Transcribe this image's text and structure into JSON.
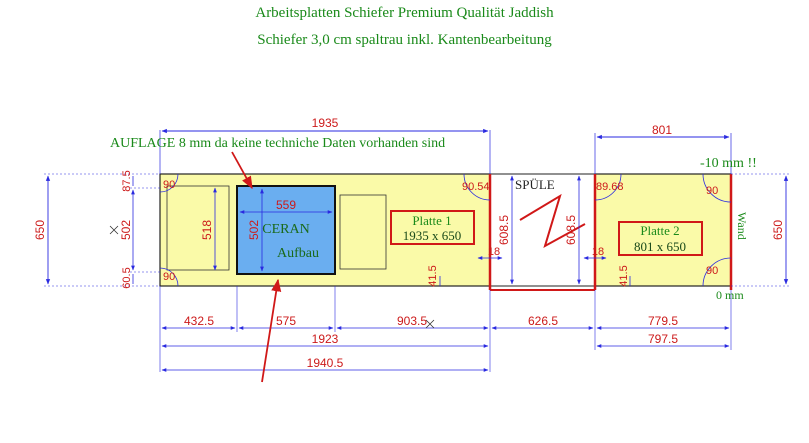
{
  "title": {
    "line1": "Arbeitsplatten Schiefer Premium Qualität Jaddish",
    "line2": "Schiefer 3,0 cm spaltrau inkl. Kantenbearbeitung"
  },
  "note_auflage": "AUFLAGE 8 mm da keine techniche Daten vorhanden sind",
  "note_wall_offset": "-10 mm !!",
  "note_zero": "0 mm",
  "label_spuele": "SPÜLE",
  "label_wand": "Wand",
  "ceran": {
    "line1": "CERAN",
    "line2": "Aufbau"
  },
  "platte1": {
    "line1": "Platte 1",
    "line2": "1935 x 650"
  },
  "platte2": {
    "line1": "Platte 2",
    "line2": "801 x 650"
  },
  "dims": {
    "top_p1": "1935",
    "top_p2": "801",
    "left_height": "650",
    "right_height": "650",
    "left_875": "87.5",
    "left_502": "502",
    "left_605": "60.5",
    "inner_518": "518",
    "ceran_w": "559",
    "ceran_h": "502",
    "sink_l": "608.5",
    "sink_r": "608.5",
    "gap_l": "18",
    "gap_r": "18",
    "bot_l": "41.5",
    "bot_r": "41.5",
    "seg_4325": "432.5",
    "seg_575": "575",
    "seg_9035": "903.5",
    "seg_6265": "626.5",
    "seg_7795": "779.5",
    "tot_1923": "1923",
    "tot_7975": "797.5",
    "tot_19405": "1940.5"
  },
  "angles": {
    "tl": "90",
    "bl": "90",
    "p1_tr": "90.54",
    "p2_tl": "89.68",
    "p2_tr": "90",
    "p2_br": "90"
  },
  "colors": {
    "slab_fill": "#fafaa8",
    "ceran_fill": "#6aaef0",
    "dim_line": "#2a2ae0",
    "dim_text": "#cc1a1a",
    "green_text": "#1a8a1a",
    "frame": "#d01818"
  }
}
